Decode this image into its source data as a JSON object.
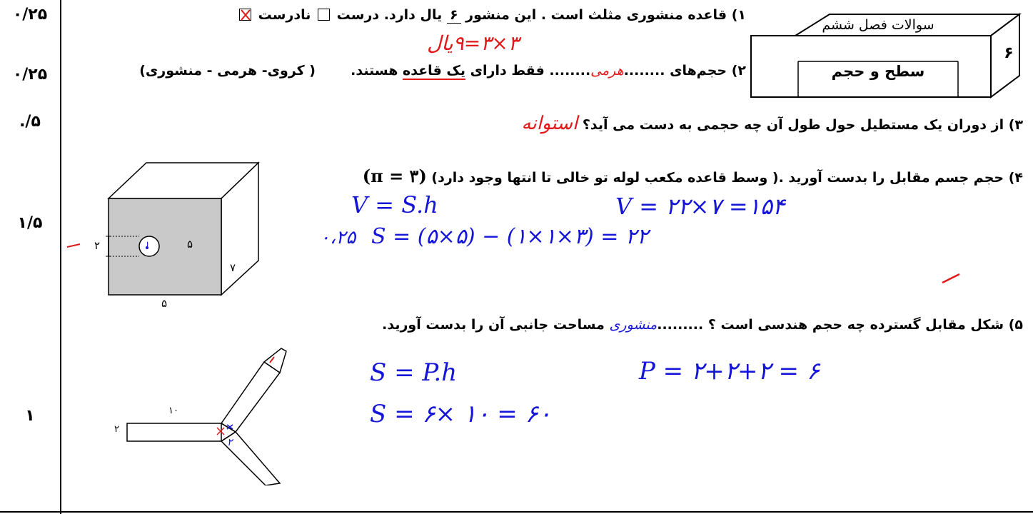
{
  "scores": [
    "۰/۲۵",
    "۰/۲۵",
    "./۵",
    "۱/۵",
    "۱"
  ],
  "chapter": {
    "title": "سوالات فصل ششم",
    "subtitle": "سطح و حجم",
    "number": "۶"
  },
  "q1": {
    "text": "۱) قاعده منشوری مثلث است . این منشور",
    "blank": "۶",
    "tail": "یال دارد.",
    "true_label": "درست",
    "false_label": "نادرست",
    "answer_note": "۳×۳=۹یال"
  },
  "q2": {
    "prefix": "۲) حجم‌های",
    "dots1": "........",
    "answer": "هرمی",
    "dots2": "........",
    "mid": "فقط دارای",
    "underlined": "یک قاعده",
    "suffix": "هستند.",
    "options": "( کروی- هرمی - منشوری)"
  },
  "q3": {
    "text": "۳) از دوران یک مستطیل حول طول آن چه حجمی به دست می آید؟",
    "answer": "استوانه"
  },
  "q4": {
    "text": "۴) حجم جسم مقابل را بدست آورید .( وسط قاعده مکعب لوله تو خالی تا انتها وجود دارد)",
    "pi_note": "(π = ۳)",
    "work1": "V = S.h",
    "work2": "V = ۲۲×۷ =۱۵۴",
    "work3": "S = (۵×۵) − (۱×۱×۳) = ۲۲",
    "work3_prefix": "۰،۲۵",
    "fig": {
      "side_a": "۵",
      "side_b": "۷",
      "side_c": "۵",
      "hole": "۲",
      "hole_note": "۱"
    }
  },
  "q5": {
    "text_a": "۵) شکل مقابل گسترده چه حجم هندسی است ؟",
    "dots": ".........",
    "answer": "منشوری",
    "text_b": "مساحت جانبی آن را  بدست آورید.",
    "work1": "S = P.h",
    "work2": "P = ۲+۲+۲ = ۶",
    "work3": "S = ۶× ۱۰ = ۶۰",
    "fig": {
      "length": "۱۰",
      "width": "۲",
      "mark": "۲"
    }
  }
}
